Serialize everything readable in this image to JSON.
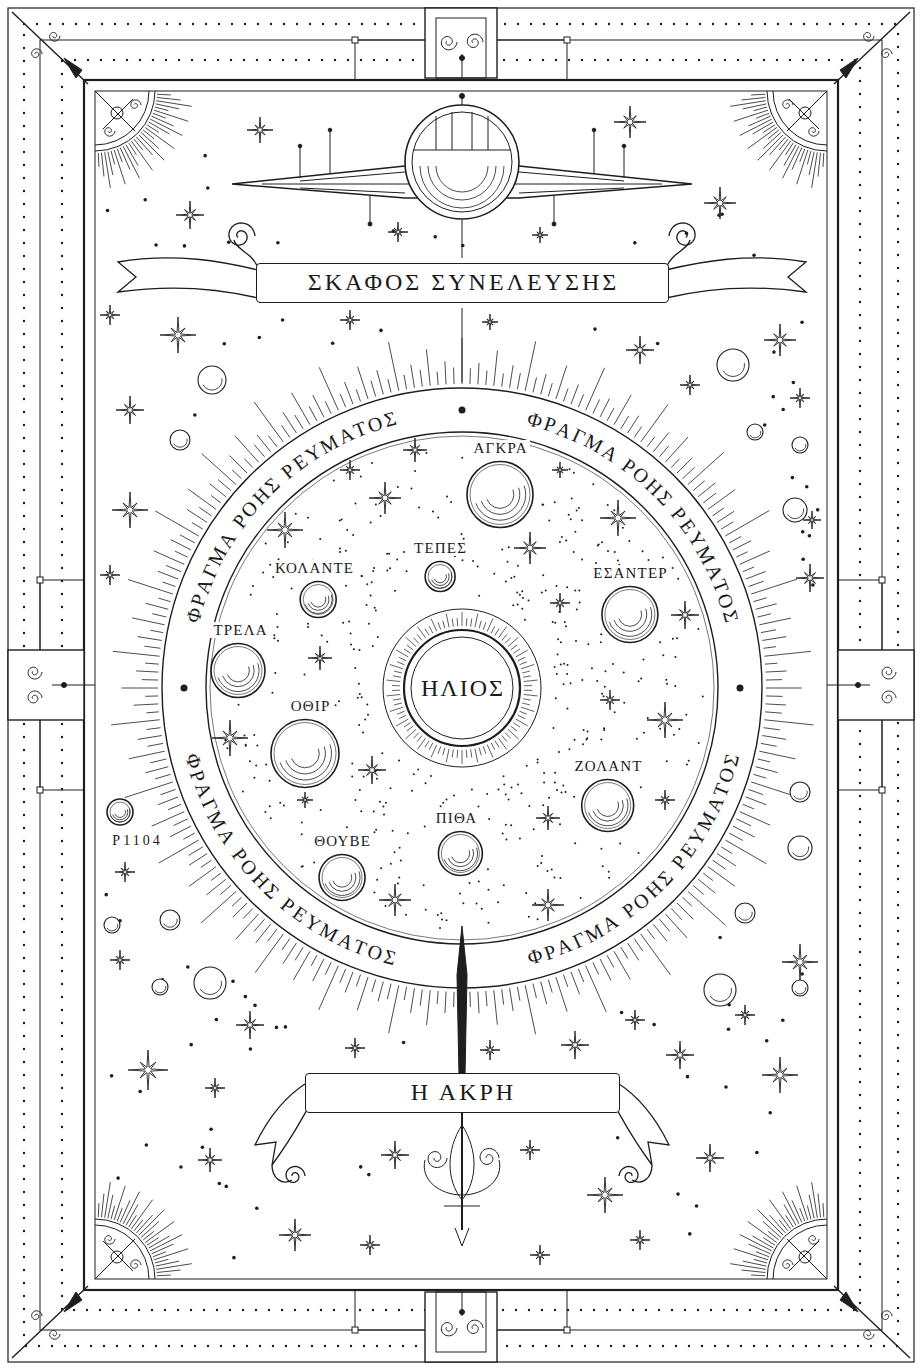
{
  "diagram": {
    "nodes": [
      {
        "text": [
          "ΣΚΑΦΟΣ ΣΥΝΕΛΕΥΣΗΣ"
        ]
      },
      {
        "text": [
          "ΦΡΑΓΜΑ ΡΟΗΣ ΡΕΥΜΑΤΟΣ",
          "ΦΡΑΓΜΑ ΡΟΗΣ ΡΕΥΜΑΤΟΣ",
          "ΦΡΑΓΜΑ ΡΟΗΣ ΡΕΥΜΑΤΟΣ",
          "ΦΡΑΓΜΑ ΡΟΗΣ ΡΕΥΜΑΤΟΣ"
        ]
      },
      {
        "text": [
          "ΗΛΙΟΣ"
        ],
        "in": 1
      },
      {
        "text": [
          "ΑΓΚΡΑ"
        ],
        "in": 1
      },
      {
        "text": [
          "ΤΕΠΕΣ"
        ],
        "in": 1
      },
      {
        "text": [
          "ΚΟΛΑΝΤΕ"
        ],
        "in": 1
      },
      {
        "text": [
          "ΕΣΑΝΤΕΡ"
        ],
        "in": 1
      },
      {
        "text": [
          "ΤΡΕΛΑ"
        ],
        "in": 1
      },
      {
        "text": [
          "ΟΘΙΡ"
        ],
        "in": 1
      },
      {
        "text": [
          "ΖΟΛΑΝΤ"
        ],
        "in": 1
      },
      {
        "text": [
          "ΠΙΘΑ"
        ],
        "in": 1
      },
      {
        "text": [
          "ΘΟΥΒΕ"
        ],
        "in": 1
      },
      {
        "text": [
          "P1104"
        ]
      },
      {
        "text": [
          "Η ΑΚΡΗ"
        ]
      }
    ]
  }
}
